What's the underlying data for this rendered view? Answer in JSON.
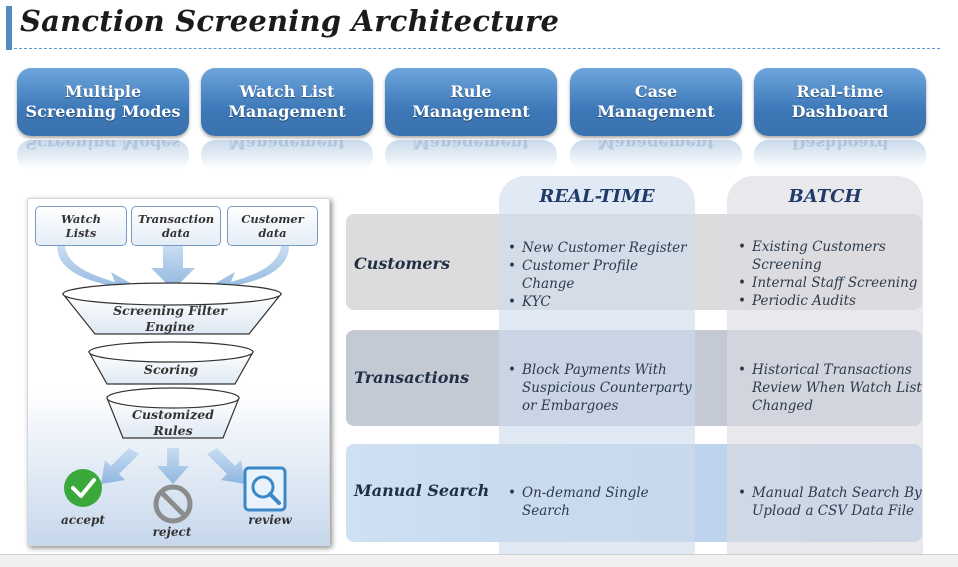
{
  "title": "Sanction Screening Architecture",
  "features": [
    {
      "line1": "Multiple",
      "line2": "Screening Modes"
    },
    {
      "line1": "Watch List",
      "line2": "Management"
    },
    {
      "line1": "Rule",
      "line2": "Management"
    },
    {
      "line1": "Case",
      "line2": "Management"
    },
    {
      "line1": "Real-time",
      "line2": "Dashboard"
    }
  ],
  "funnel": {
    "sources": [
      {
        "line1": "Watch",
        "line2": "Lists"
      },
      {
        "line1": "Transaction",
        "line2": "data"
      },
      {
        "line1": "Customer",
        "line2": "data"
      }
    ],
    "stages": [
      {
        "line1": "Screening Filter",
        "line2": "Engine"
      },
      {
        "line1": "Scoring",
        "line2": ""
      },
      {
        "line1": "Customized",
        "line2": "Rules"
      }
    ],
    "outcomes": [
      {
        "label": "accept",
        "icon": "checkmark-icon",
        "color": "#3aa83a"
      },
      {
        "label": "reject",
        "icon": "prohibited-icon",
        "color": "#8c8c8c"
      },
      {
        "label": "review",
        "icon": "magnifier-icon",
        "color": "#3b88c8"
      }
    ]
  },
  "matrix": {
    "columns": [
      "REAL-TIME",
      "BATCH"
    ],
    "rows": [
      {
        "label": "Customers",
        "realtime": [
          "New Customer Register",
          "Customer Profile Change",
          "KYC"
        ],
        "batch": [
          "Existing Customers Screening",
          "Internal Staff  Screening",
          "Periodic Audits"
        ]
      },
      {
        "label": "Transactions",
        "realtime": [
          "Block Payments With Suspicious Counterparty or Embargoes"
        ],
        "batch": [
          "Historical Transactions Review When Watch List Changed"
        ]
      },
      {
        "label": "Manual Search",
        "realtime": [
          "On-demand Single Search"
        ],
        "batch": [
          "Manual Batch Search By Upload a CSV Data File"
        ]
      }
    ]
  }
}
